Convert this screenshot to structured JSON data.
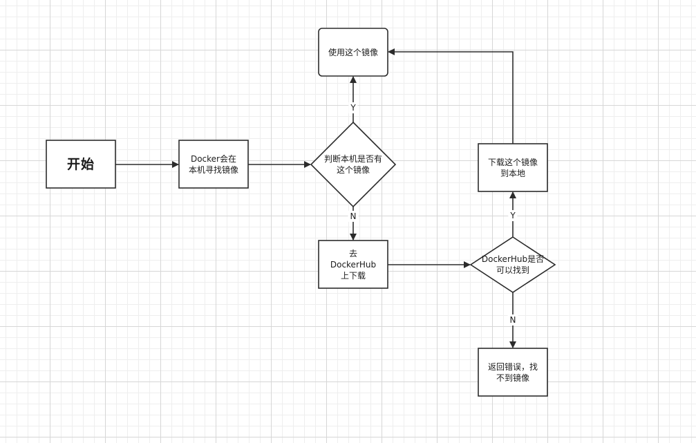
{
  "nodes": {
    "start": {
      "label": "开始"
    },
    "local_search": {
      "label": "Docker会在\n本机寻找镜像"
    },
    "check_local": {
      "label": "判断本机是否有\n这个镜像"
    },
    "use_image": {
      "label": "使用这个镜像"
    },
    "go_dockerhub": {
      "label": "去\nDockerHub\n上下载"
    },
    "check_hub": {
      "label": "DockerHub是否\n可以找到"
    },
    "download_local": {
      "label": "下载这个镜像\n到本地"
    },
    "return_error": {
      "label": "返回错误，找\n不到镜像"
    }
  },
  "edges": {
    "check_local_yes": "Y",
    "check_local_no": "N",
    "check_hub_yes": "Y",
    "check_hub_no": "N"
  },
  "colors": {
    "stroke": "#2b2b2b",
    "fill": "#ffffff",
    "grid": "#d6d6d6"
  }
}
